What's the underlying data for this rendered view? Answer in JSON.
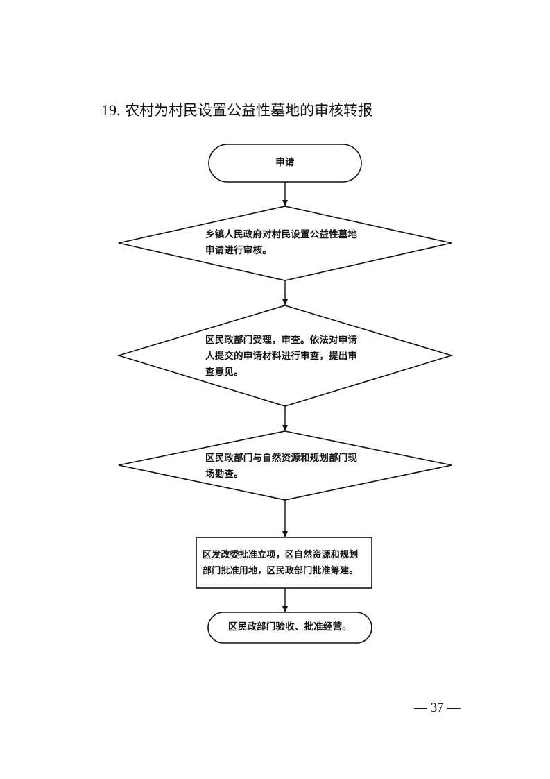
{
  "title": {
    "number": "19.",
    "text": "农村为村民设置公益性墓地的审核转报"
  },
  "flowchart": {
    "start": {
      "label": "申请"
    },
    "step1": {
      "lines": [
        "乡镇人民政府对村民设置公益性墓地",
        "申请进行审核。"
      ]
    },
    "step2": {
      "lines": [
        "区民政部门受理，审查。依法对申请",
        "人提交的申请材料进行审查，提出审",
        "查意见。"
      ]
    },
    "step3": {
      "lines": [
        "区民政部门与自然资源和规划部门现",
        "场勘查。"
      ]
    },
    "step4": {
      "lines": [
        "区发改委批准立项，区自然资源和规划",
        "部门批准用地，区民政部门批准筹建。"
      ]
    },
    "end": {
      "label": "区民政部门验收、批准经营。"
    }
  },
  "footer": {
    "page_number": "— 37 —"
  }
}
